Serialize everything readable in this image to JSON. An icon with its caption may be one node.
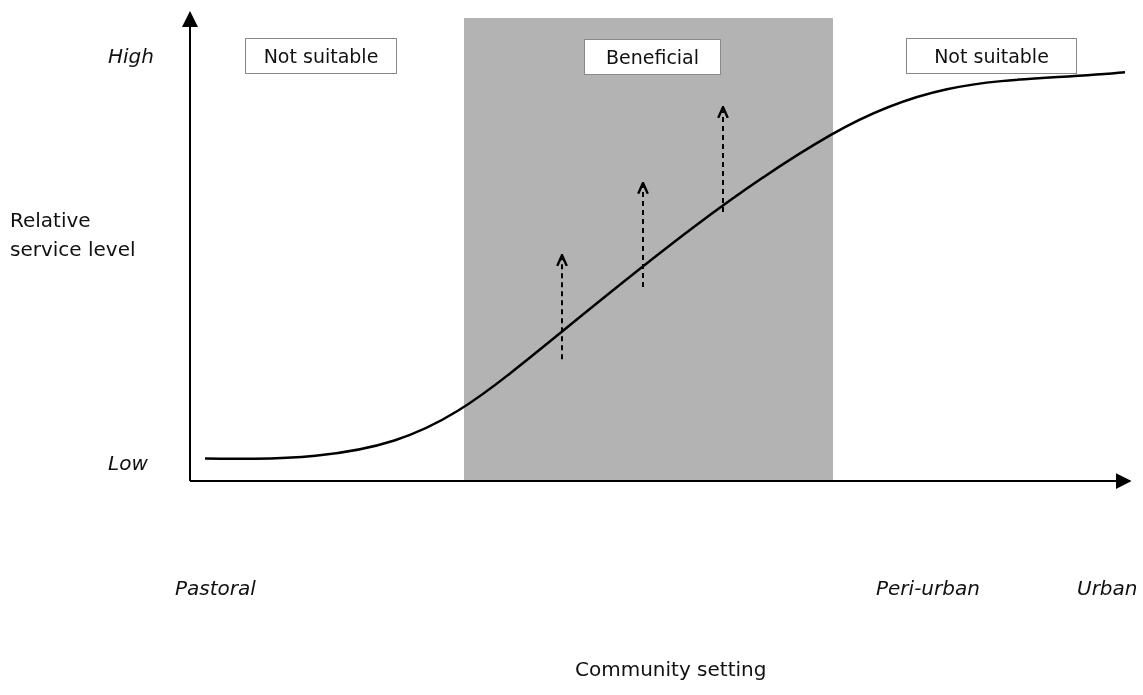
{
  "diagram": {
    "nodes": [
      {
        "text": [
          "Not suitable"
        ]
      },
      {
        "text": [
          "Beneficial"
        ]
      },
      {
        "text": [
          "Not suitable"
        ]
      }
    ],
    "labels": [
      "High",
      "Relative service level",
      "Low",
      "Pastoral",
      "Peri-urban",
      "Urban",
      "Community setting"
    ]
  }
}
